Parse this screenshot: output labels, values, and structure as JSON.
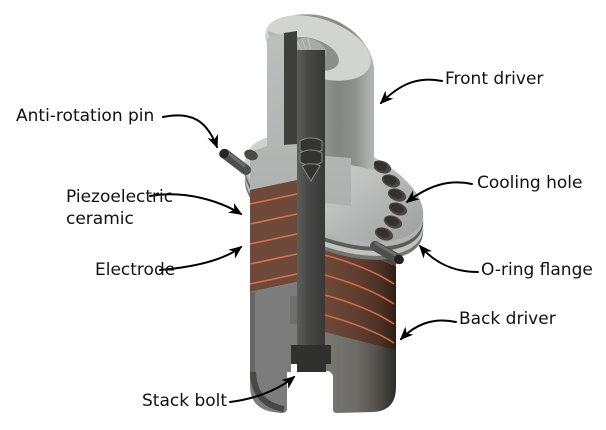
{
  "figure": {
    "labels": {
      "anti_rotation_pin": "Anti-rotation pin",
      "piezoelectric_ceramic": "Piezoelectric\nceramic",
      "electrode": "Electrode",
      "stack_bolt": "Stack bolt",
      "front_driver": "Front driver",
      "cooling_hole": "Cooling hole",
      "o_ring_flange": "O-ring flange",
      "back_driver": "Back driver"
    },
    "colors": {
      "background": "#ffffff",
      "text": "#111111",
      "arrow": "#000000",
      "metal_light": "#d2d4d2",
      "metal_mid": "#8e908e",
      "metal_dark": "#3a3a38",
      "cut_face": "#b9bcba",
      "ceramic_brown": "#6e4939",
      "electrode_orange": "#d5734f",
      "back_driver_gray": "#7c7c7c"
    }
  }
}
